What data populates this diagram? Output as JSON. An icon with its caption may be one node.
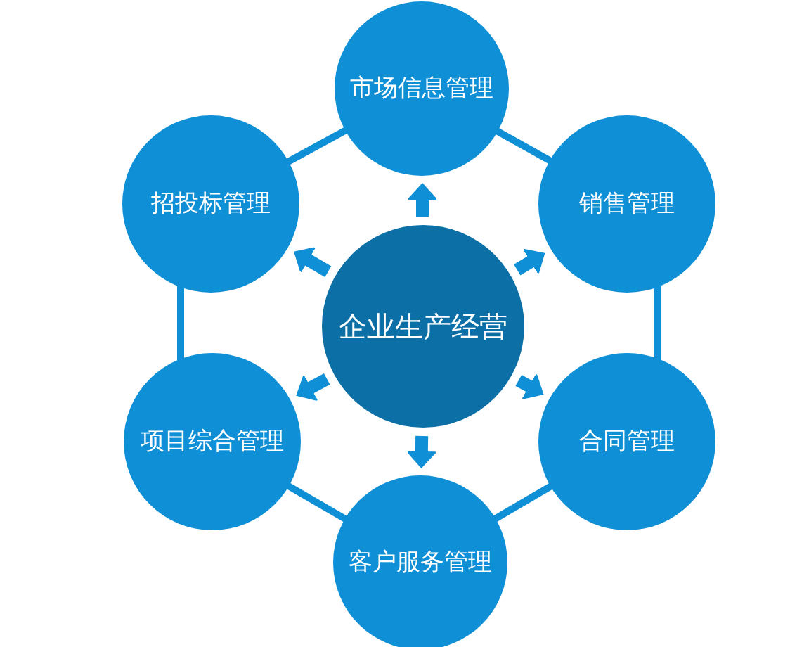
{
  "diagram": {
    "nodes": [
      {
        "text": [
          "市场信息管理"
        ]
      },
      {
        "text": [
          "招投标管理"
        ]
      },
      {
        "text": [
          "销售管理"
        ]
      },
      {
        "text": [
          "企业生产经营"
        ]
      },
      {
        "text": [
          "项目综合管理"
        ]
      },
      {
        "text": [
          "合同管理"
        ]
      },
      {
        "text": [
          "客户服务管理"
        ]
      }
    ],
    "edges": [
      {
        "from": 3,
        "to": 0,
        "arrow": "to",
        "style": "thick"
      },
      {
        "from": 3,
        "to": 1,
        "arrow": "to",
        "style": "thick"
      },
      {
        "from": 3,
        "to": 2,
        "arrow": "to",
        "style": "thick"
      },
      {
        "from": 3,
        "to": 4,
        "arrow": "to",
        "style": "thick"
      },
      {
        "from": 3,
        "to": 5,
        "arrow": "to",
        "style": "thick"
      },
      {
        "from": 3,
        "to": 6,
        "arrow": "to",
        "style": "thick"
      },
      {
        "from": 0,
        "to": 2,
        "arrow": "none"
      },
      {
        "from": 2,
        "to": 5,
        "arrow": "none"
      },
      {
        "from": 5,
        "to": 6,
        "arrow": "none"
      },
      {
        "from": 6,
        "to": 4,
        "arrow": "none"
      },
      {
        "from": 4,
        "to": 1,
        "arrow": "none"
      },
      {
        "from": 1,
        "to": 0,
        "arrow": "none"
      }
    ]
  }
}
